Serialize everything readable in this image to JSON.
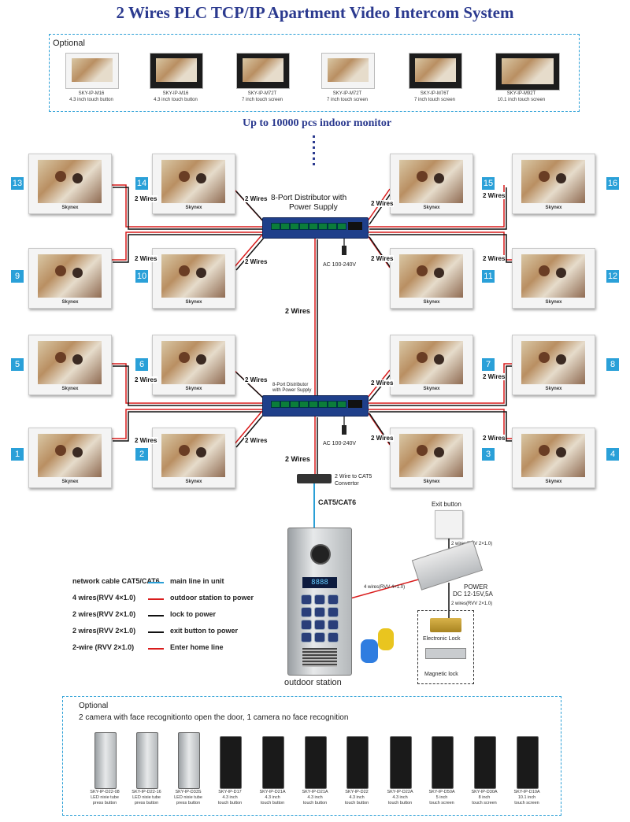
{
  "title": "2 Wires  PLC TCP/IP Apartment Video Intercom System",
  "optional_top": {
    "heading": "Optional",
    "items": [
      {
        "model": "SKY-IP-M16",
        "desc": "4.3 inch touch button"
      },
      {
        "model": "SKY-IP-M16",
        "desc": "4.3 inch touch button"
      },
      {
        "model": "SKY-IP-M72T",
        "desc": "7 inch touch screen"
      },
      {
        "model": "SKY-IP-M72T",
        "desc": "7 inch touch screen"
      },
      {
        "model": "SKY-IP-M76T",
        "desc": "7 inch touch screen"
      },
      {
        "model": "SKY-IP-M92T",
        "desc": "10.1 inch touch screen"
      }
    ]
  },
  "indoor_monitor_caption": "Up to 10000 pcs indoor monitor",
  "monitor_brand": "Skynex",
  "unit_numbers": [
    "13",
    "14",
    "15",
    "16",
    "9",
    "10",
    "11",
    "12",
    "5",
    "6",
    "7",
    "8",
    "1",
    "2",
    "3",
    "4"
  ],
  "two_wires": "2 Wires",
  "distributor_top": {
    "line1": "8-Port Distributor with",
    "line2": "Power Supply"
  },
  "distributor_mid": {
    "line1": "8-Port Distributor",
    "line2": "with Power Supply"
  },
  "ac_label": "AC 100-240V",
  "convertor_label": {
    "line1": "2 Wire to CAT5",
    "line2": "Convertor"
  },
  "cat_label": "CAT5/CAT6",
  "exit_button": "Exit button",
  "wires_rvv_2": "2 wires(RVV 2×1.0)",
  "wires_rvv_4": "4 wires(RVV 4×1.0)",
  "power_label": {
    "line1": "POWER",
    "line2": "DC 12-15V,5A"
  },
  "electronic_lock": "Electronic Lock",
  "magnetic_lock": "Magnetic lock",
  "outdoor_station": "outdoor station",
  "legend": [
    {
      "left": "network cable CAT5/CAT6",
      "right": "main line in unit",
      "color": "#2a9fd6"
    },
    {
      "left": "4 wires(RVV 4×1.0)",
      "right": "outdoor station to power",
      "color": "#d91c1c"
    },
    {
      "left": "2 wires(RVV 2×1.0)",
      "right": "lock to power",
      "color": "#111111"
    },
    {
      "left": "2 wires(RVV 2×1.0)",
      "right": "exit button to power",
      "color": "#111111"
    },
    {
      "left": "2-wire (RVV 2×1.0)",
      "right": "Enter home line",
      "color": "#d91c1c"
    }
  ],
  "optional_bottom": {
    "heading": "Optional",
    "subheading": "2 camera with face recognitionto open the door, 1 camera no face recognition",
    "items": [
      {
        "model": "SKY-IP-D22-08",
        "l2": "LED nixie tube",
        "l3": "press button"
      },
      {
        "model": "SKY-IP-D22-16",
        "l2": "LED nixie tube",
        "l3": "press button"
      },
      {
        "model": "SKY-IP-D33S",
        "l2": "LED nixie tube",
        "l3": "press button"
      },
      {
        "model": "SKY-IP-D17",
        "l2": "4.3 inch",
        "l3": "touch button"
      },
      {
        "model": "SKY-IP-D21A",
        "l2": "4.3 inch",
        "l3": "touch button"
      },
      {
        "model": "SKY-IP-D21A",
        "l2": "4.3 inch",
        "l3": "touch button"
      },
      {
        "model": "SKY-IP-D22",
        "l2": "4.3 inch",
        "l3": "touch button"
      },
      {
        "model": "SKY-IP-D22A",
        "l2": "4.3 inch",
        "l3": "touch button"
      },
      {
        "model": "SKY-IP-D50A",
        "l2": "5 inch",
        "l3": "touch screen"
      },
      {
        "model": "SKY-IP-D30A",
        "l2": "8 inch",
        "l3": "touch screen"
      },
      {
        "model": "SKY-IP-D10A",
        "l2": "10.1 inch",
        "l3": "touch screen"
      }
    ]
  },
  "colors": {
    "accent": "#2aa0d8",
    "title": "#2b3a8f",
    "wire_red": "#d91c1c",
    "wire_black": "#111111",
    "cat": "#2a9fd6"
  }
}
